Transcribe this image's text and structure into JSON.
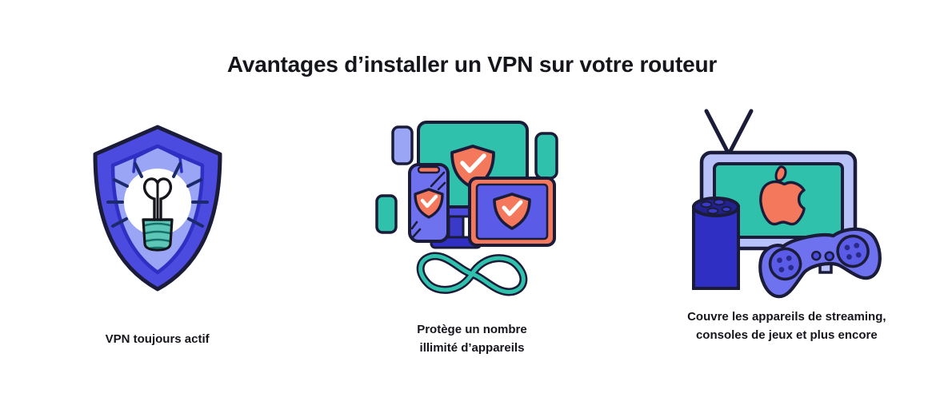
{
  "page": {
    "background_color": "#ffffff",
    "title": "Avantages d’installer un VPN sur votre routeur"
  },
  "palette": {
    "ink": "#15151c",
    "outline_navy": "#1b1b3a",
    "deep_blue": "#2f2fc4",
    "royal_blue": "#3333cc",
    "periwinkle": "#6f72ee",
    "light_periwinkle": "#9aa6f5",
    "pale_periwinkle": "#b9c2f8",
    "teal": "#2fc1ab",
    "teal_dark": "#12a594",
    "coral": "#f4785c",
    "white": "#ffffff"
  },
  "benefits": [
    {
      "id": "always-on-vpn",
      "icon": "shield-lightbulb-illustration",
      "caption": "VPN toujours actif"
    },
    {
      "id": "unlimited-devices",
      "icon": "devices-infinity-illustration",
      "caption_line_1": "Protège un nombre",
      "caption_line_2": "illimité d’appareils"
    },
    {
      "id": "streaming-and-consoles",
      "icon": "tv-speaker-controller-illustration",
      "caption_line_1": "Couvre les appareils de streaming,",
      "caption_line_2": "consoles de jeux et plus encore"
    }
  ]
}
